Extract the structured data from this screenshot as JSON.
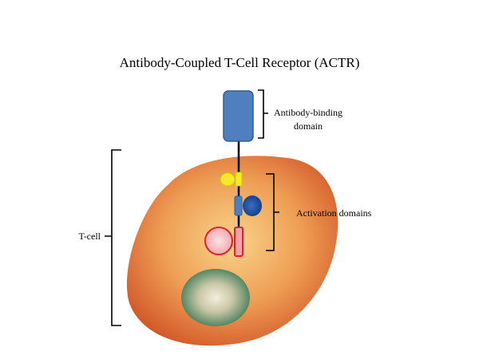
{
  "title": "Antibody-Coupled T-Cell Receptor (ACTR)",
  "labels": {
    "antibody_binding_line1": "Antibody-binding",
    "antibody_binding_line2": "domain",
    "activation_domains": "Activation domains",
    "t_cell": "T-cell"
  },
  "colors": {
    "cell_edge": "#D35A2A",
    "cell_center": "#F8D48A",
    "nucleus_edge": "#3E7A55",
    "nucleus_center": "#F4EEDD",
    "receptor_blue": "#4F7FBF",
    "receptor_blue_stroke": "#2E5E98",
    "dark_blue": "#1F4E9A",
    "yellow": "#F5EA2A",
    "pink": "#F4A3A8",
    "pink_stroke": "#E0202A"
  },
  "icons": {
    "antibody_binding_domain": "rounded-rectangle",
    "yellow_domain": "yellow-oval-with-tab",
    "blue_domain": "blue-oval-with-tab",
    "pink_domain": "pink-circle-with-tab",
    "nucleus": "green-ellipse"
  }
}
